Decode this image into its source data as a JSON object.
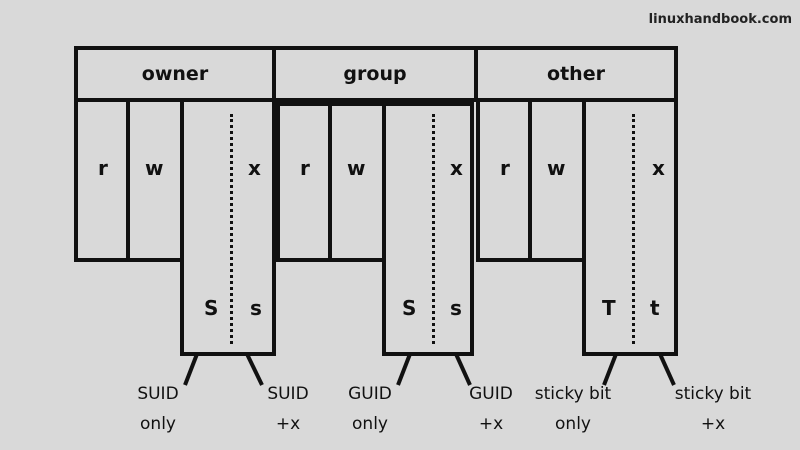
{
  "watermark": "linuxhandbook.com",
  "groups": [
    {
      "header": "owner",
      "r": "r",
      "w": "w",
      "x": "x",
      "special_upper": "S",
      "special_lower": "s",
      "caption_left": [
        "SUID",
        "only"
      ],
      "caption_right": [
        "SUID",
        "+x"
      ]
    },
    {
      "header": "group",
      "r": "r",
      "w": "w",
      "x": "x",
      "special_upper": "S",
      "special_lower": "s",
      "caption_left": [
        "GUID",
        "only"
      ],
      "caption_right": [
        "GUID",
        "+x"
      ]
    },
    {
      "header": "other",
      "r": "r",
      "w": "w",
      "x": "x",
      "special_upper": "T",
      "special_lower": "t",
      "caption_left": [
        "sticky bit",
        "only"
      ],
      "caption_right": [
        "sticky bit",
        "+x"
      ]
    }
  ]
}
